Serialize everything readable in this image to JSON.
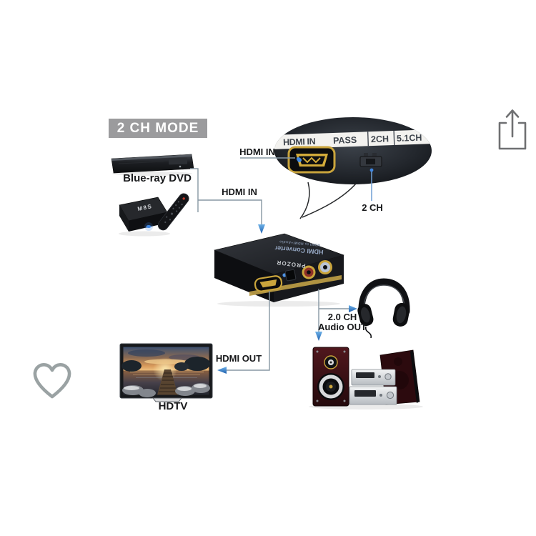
{
  "app": {
    "share_icon": "ios-share",
    "favorite_icon": "heart-outline"
  },
  "image": {
    "mode_badge": "2 CH MODE",
    "source_devices": {
      "blueray_label": "Blue-ray DVD",
      "tvbox_logo": "M8S"
    },
    "labels": {
      "hdmi_in_port": "HDMI IN",
      "hdmi_in_source": "HDMI IN",
      "hdmi_out": "HDMI OUT",
      "audio_out_line1": "2.0 CH",
      "audio_out_line2": "Audio OUT",
      "switch_2ch": "2 CH",
      "hdtv": "HDTV"
    },
    "closeup_panel": {
      "labels": [
        "HDMI IN",
        "PASS",
        "2CH",
        "5.1CH"
      ]
    },
    "converter": {
      "brand": "PROZOR",
      "title": "HDMI Converter",
      "subtitle": "HDMI to HDMI+Audio"
    },
    "colors": {
      "badge_bg": "#9b9b9d",
      "badge_text": "#ffffff",
      "line": "#8797a3",
      "arrow_blue": "#2f6fb5",
      "led_blue": "#3f86e0",
      "port_gold": "#c9a43c",
      "speaker_maroon": "#3a1014",
      "icon_gray": "#6f7072"
    }
  }
}
